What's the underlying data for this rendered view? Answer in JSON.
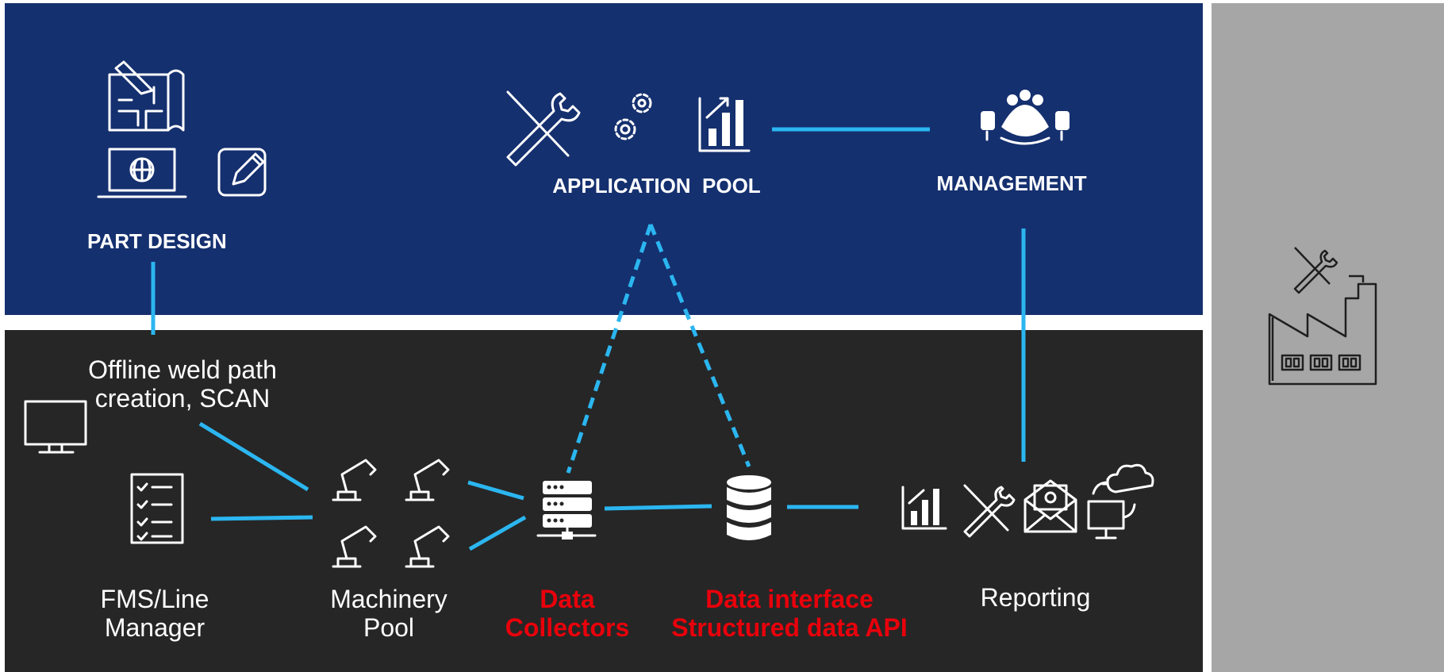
{
  "labels": {
    "part_design": "PART DESIGN",
    "application_pool": "APPLICATION  POOL",
    "management": "MANAGEMENT",
    "offline_weld_line1": "Offline weld path",
    "offline_weld_line2": "creation, SCAN",
    "fms_line1": "FMS/Line",
    "fms_line2": "Manager",
    "machinery_line1": "Machinery",
    "machinery_line2": "Pool",
    "data_collectors_line1": "Data",
    "data_collectors_line2": "Collectors",
    "data_interface_line1": "Data interface",
    "data_interface_line2": "Structured data API",
    "reporting": "Reporting"
  },
  "colors": {
    "top_band": "#15306f",
    "bottom_band": "#262626",
    "side_band": "#a6a6a6",
    "connector": "#2bb6f0",
    "highlight_text": "#e8000b"
  },
  "icons": [
    "blueprint-icon",
    "laptop-globe-icon",
    "edit-icon",
    "tools-icon",
    "gears-icon",
    "chart-icon",
    "meeting-table-icon",
    "monitor-icon",
    "checklist-icon",
    "robot-arm-icon",
    "server-network-icon",
    "database-icon",
    "report-chart-icon",
    "report-tools-icon",
    "email-icon",
    "cloud-computer-icon",
    "factory-tools-icon"
  ]
}
